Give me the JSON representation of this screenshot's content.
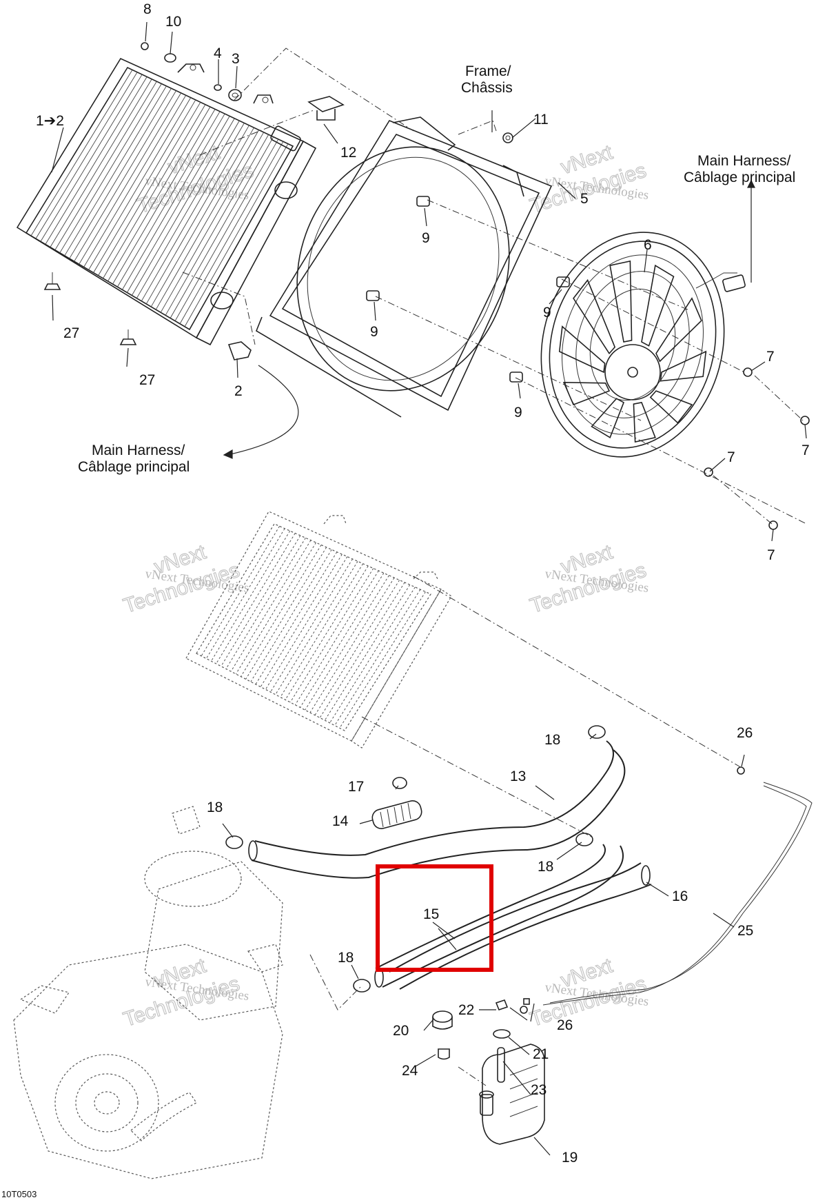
{
  "diagram_code": "10T0503",
  "callouts": {
    "c1": "1➔2",
    "c2a": "2",
    "c3": "3",
    "c4": "4",
    "c5": "5",
    "c6": "6",
    "c7a": "7",
    "c7b": "7",
    "c7c": "7",
    "c7d": "7",
    "c8": "8",
    "c9a": "9",
    "c9b": "9",
    "c9c": "9",
    "c9d": "9",
    "c10": "10",
    "c11": "11",
    "c12": "12",
    "c13": "13",
    "c14": "14",
    "c15": "15",
    "c16": "16",
    "c17": "17",
    "c18a": "18",
    "c18b": "18",
    "c18c": "18",
    "c18d": "18",
    "c19": "19",
    "c20": "20",
    "c21": "21",
    "c22": "22",
    "c23": "23",
    "c24": "24",
    "c25": "25",
    "c26a": "26",
    "c26b": "26",
    "c27a": "27",
    "c27b": "27"
  },
  "labels": {
    "frame_line1": "Frame/",
    "frame_line2": "Châssis",
    "harness_top_line1": "Main Harness/",
    "harness_top_line2": "Câblage principal",
    "harness_left_line1": "Main Harness/",
    "harness_left_line2": "Câblage principal"
  },
  "watermarks": {
    "company": "vNext Technologies",
    "word1": "vNext",
    "word2": "Technologies"
  },
  "highlight": {
    "part_callout": "15",
    "color": "#e00000"
  }
}
